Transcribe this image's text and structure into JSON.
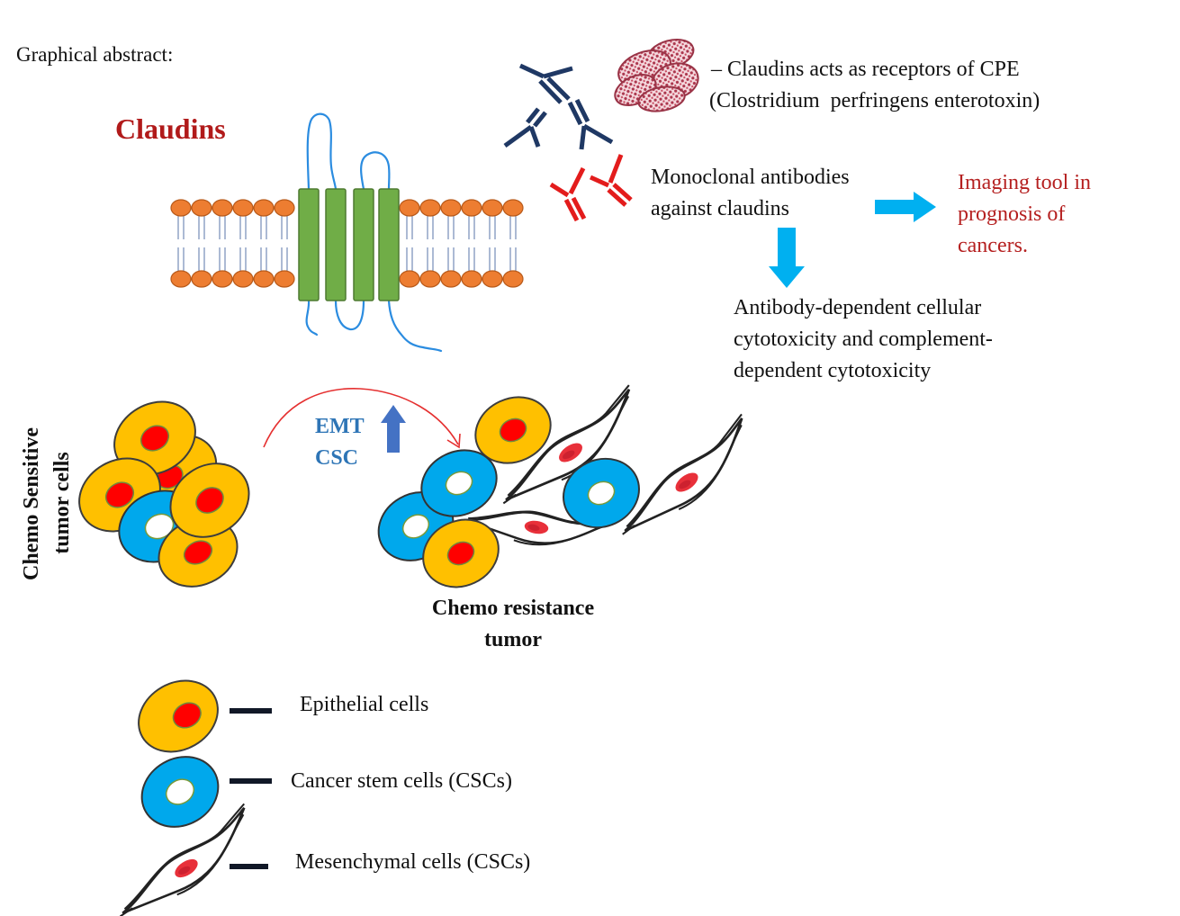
{
  "header": {
    "label": "Graphical abstract:"
  },
  "membrane": {
    "title": "Claudins"
  },
  "cpe_receptor": {
    "line1": "– Claudins acts as receptors of CPE",
    "line2": "(Clostridium  perfringens enterotoxin)",
    "icon": "claudin-protein-icon"
  },
  "antibodies": {
    "line1": "Monoclonal antibodies",
    "line2": "against claudins",
    "icon": "antibody-icon"
  },
  "imaging": {
    "lines": [
      "Imaging tool in",
      "prognosis of",
      "cancers."
    ]
  },
  "cytotoxicity": {
    "lines": [
      "Antibody-dependent cellular",
      "cytotoxicity and complement-",
      "dependent cytotoxicity"
    ]
  },
  "chemo_sensitive": {
    "lines": [
      "Chemo Sensitive",
      "tumor cells"
    ]
  },
  "transition": {
    "emt": "EMT",
    "csc": "CSC"
  },
  "chemo_resistance": {
    "lines": [
      "Chemo resistance",
      "tumor"
    ]
  },
  "legend": [
    {
      "label": "Epithelial cells",
      "icon": "epithelial-cell-icon"
    },
    {
      "label": "Cancer stem cells (CSCs)",
      "icon": "cancer-stem-cell-icon"
    },
    {
      "label": "Mesenchymal cells (CSCs)",
      "icon": "mesenchymal-cell-icon"
    }
  ],
  "colors": {
    "claudins_title": "#b11a1a",
    "imaging_text": "#b52020",
    "emt_csc_text": "#2e75b6",
    "epithelial_cell": "#ffc000",
    "epithelial_nucleus": "#ff0000",
    "cancer_stem_cell": "#00a8ec",
    "helix": "#70ad47",
    "lipid_head": "#ed7d31",
    "process_arrow": "#00b0f0",
    "up_arrow": "#4472c4",
    "antibody_navy": "#1f3864",
    "antibody_red": "#e31c1c"
  }
}
